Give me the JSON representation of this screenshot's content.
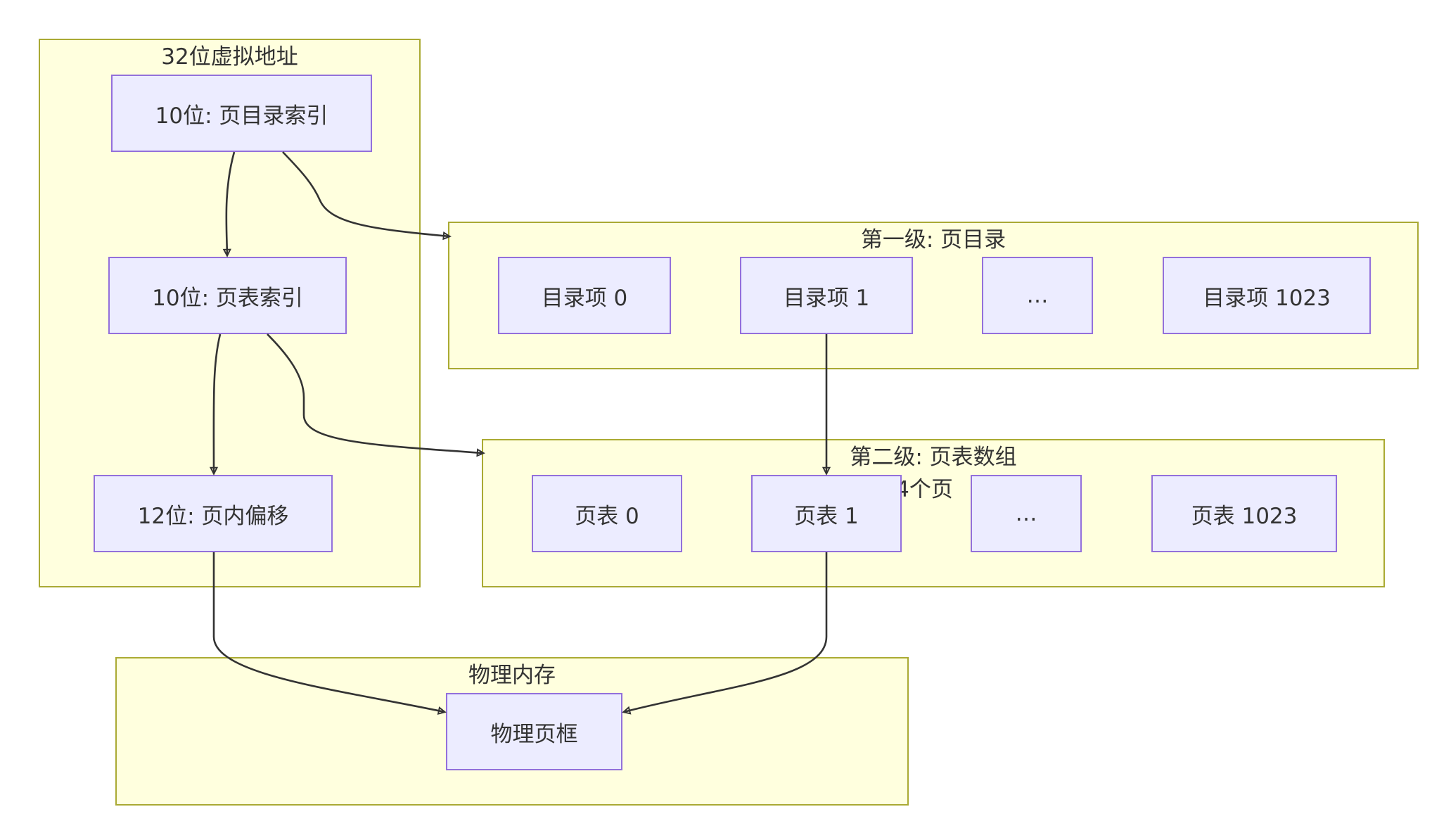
{
  "clusters": {
    "virtual_address": {
      "title": "32位虚拟地址"
    },
    "page_directory": {
      "title": "第一级: 页目录"
    },
    "page_table_array": {
      "title": "第二级: 页表数组",
      "subtitle": "1024个页"
    },
    "physical_memory": {
      "title": "物理内存"
    }
  },
  "nodes": {
    "dir_index": "10位: 页目录索引",
    "table_index": "10位: 页表索引",
    "page_offset": "12位: 页内偏移",
    "dir_entry_0": "目录项 0",
    "dir_entry_1": "目录项 1",
    "dir_ellipsis": "…",
    "dir_entry_1023": "目录项 1023",
    "page_table_0": "页表 0",
    "page_table_1": "页表 1",
    "table_ellipsis": "…",
    "page_table_1023": "页表 1023",
    "physical_frame": "物理页框"
  },
  "colors": {
    "cluster_fill": "#ffffde",
    "cluster_border": "#aaaa33",
    "node_fill": "#ececff",
    "node_border": "#9370db",
    "edge": "#333333",
    "text": "#333333"
  }
}
